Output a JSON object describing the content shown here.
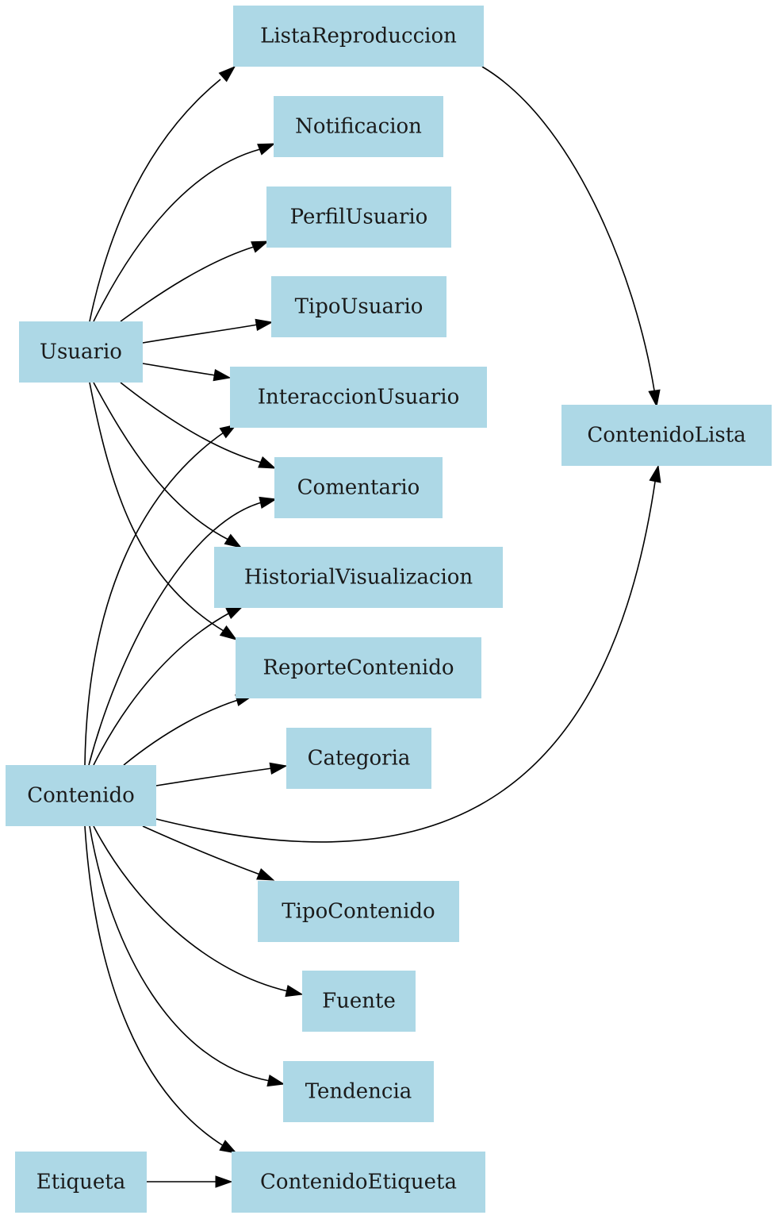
{
  "diagram": {
    "node_color": "#add8e6",
    "edge_color": "#000000",
    "nodes": [
      {
        "id": "ListaReproduccion",
        "label": "ListaReproduccion"
      },
      {
        "id": "Notificacion",
        "label": "Notificacion"
      },
      {
        "id": "PerfilUsuario",
        "label": "PerfilUsuario"
      },
      {
        "id": "TipoUsuario",
        "label": "TipoUsuario"
      },
      {
        "id": "Usuario",
        "label": "Usuario"
      },
      {
        "id": "InteraccionUsuario",
        "label": "InteraccionUsuario"
      },
      {
        "id": "ContenidoLista",
        "label": "ContenidoLista"
      },
      {
        "id": "Comentario",
        "label": "Comentario"
      },
      {
        "id": "HistorialVisualizacion",
        "label": "HistorialVisualizacion"
      },
      {
        "id": "ReporteContenido",
        "label": "ReporteContenido"
      },
      {
        "id": "Categoria",
        "label": "Categoria"
      },
      {
        "id": "Contenido",
        "label": "Contenido"
      },
      {
        "id": "TipoContenido",
        "label": "TipoContenido"
      },
      {
        "id": "Fuente",
        "label": "Fuente"
      },
      {
        "id": "Tendencia",
        "label": "Tendencia"
      },
      {
        "id": "Etiqueta",
        "label": "Etiqueta"
      },
      {
        "id": "ContenidoEtiqueta",
        "label": "ContenidoEtiqueta"
      }
    ],
    "edges": [
      {
        "from": "Usuario",
        "to": "ListaReproduccion"
      },
      {
        "from": "Usuario",
        "to": "Notificacion"
      },
      {
        "from": "Usuario",
        "to": "PerfilUsuario"
      },
      {
        "from": "Usuario",
        "to": "TipoUsuario"
      },
      {
        "from": "Usuario",
        "to": "InteraccionUsuario"
      },
      {
        "from": "Usuario",
        "to": "Comentario"
      },
      {
        "from": "Usuario",
        "to": "HistorialVisualizacion"
      },
      {
        "from": "Usuario",
        "to": "ReporteContenido"
      },
      {
        "from": "ListaReproduccion",
        "to": "ContenidoLista"
      },
      {
        "from": "Contenido",
        "to": "InteraccionUsuario"
      },
      {
        "from": "Contenido",
        "to": "Comentario"
      },
      {
        "from": "Contenido",
        "to": "HistorialVisualizacion"
      },
      {
        "from": "Contenido",
        "to": "ReporteContenido"
      },
      {
        "from": "Contenido",
        "to": "Categoria"
      },
      {
        "from": "Contenido",
        "to": "ContenidoLista"
      },
      {
        "from": "Contenido",
        "to": "TipoContenido"
      },
      {
        "from": "Contenido",
        "to": "Fuente"
      },
      {
        "from": "Contenido",
        "to": "Tendencia"
      },
      {
        "from": "Contenido",
        "to": "ContenidoEtiqueta"
      },
      {
        "from": "Etiqueta",
        "to": "ContenidoEtiqueta"
      }
    ]
  }
}
